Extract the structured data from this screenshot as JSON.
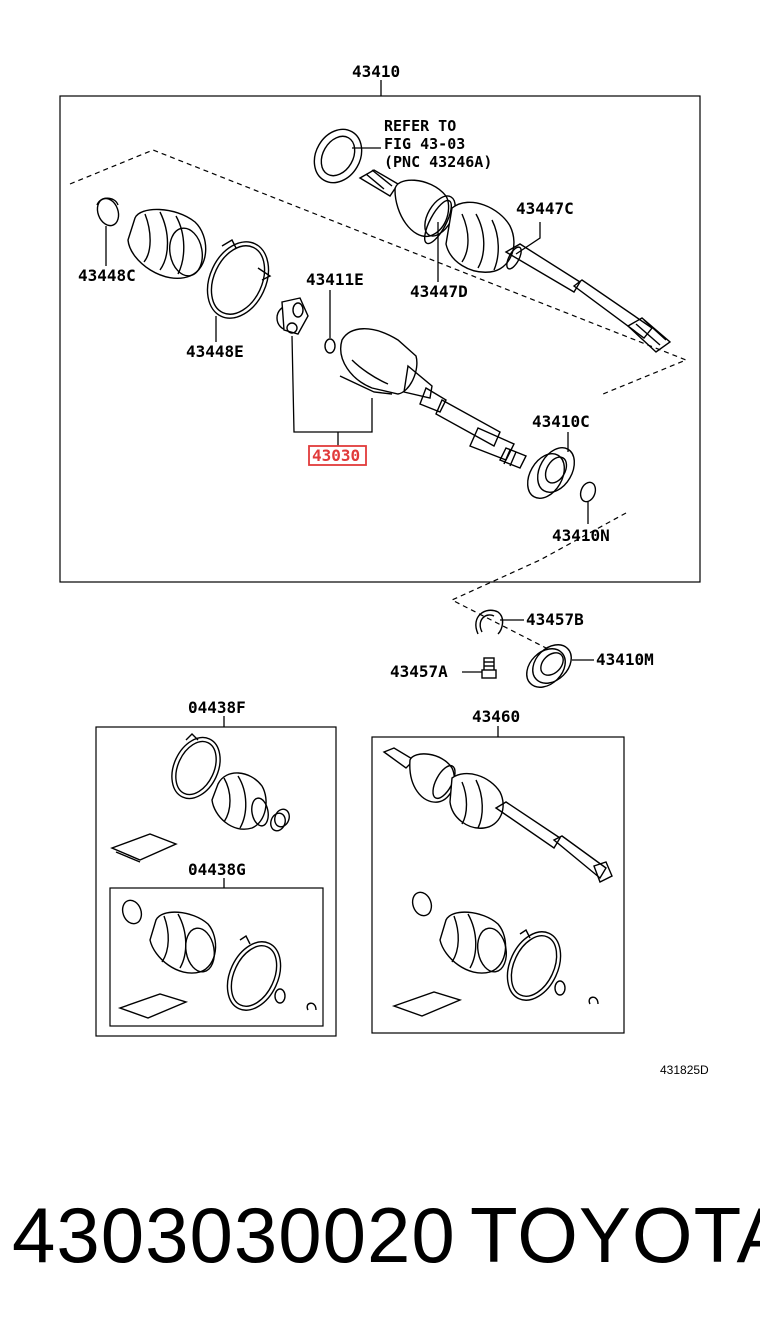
{
  "labels": {
    "top_assembly": "43410",
    "refer_line1": "REFER TO",
    "refer_line2": "FIG 43-03",
    "refer_line3": "(PNC 43246A)",
    "p43447C": "43447C",
    "p43448C": "43448C",
    "p43411E": "43411E",
    "p43447D": "43447D",
    "p43448E": "43448E",
    "p43410C": "43410C",
    "p43030": "43030",
    "p43410N": "43410N",
    "p43457B": "43457B",
    "p43457A": "43457A",
    "p43410M": "43410M",
    "kit_f": "04438F",
    "kit_g": "04438G",
    "p43460": "43460",
    "figure_id": "431825D"
  },
  "footer": {
    "part_number": "4303030020",
    "brand": "TOYOTA"
  },
  "colors": {
    "highlight": "#e13b3b"
  }
}
